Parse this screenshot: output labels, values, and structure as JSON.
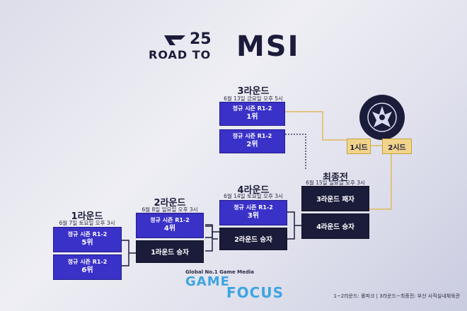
{
  "header": {
    "year": "25",
    "road_to": "ROAD TO",
    "event": "MSI"
  },
  "rounds": {
    "r1": {
      "title": "1라운드",
      "date": "6월 7일 토요일 오후 3시",
      "slots": [
        {
          "line1": "정규 시즌 R1-2",
          "line2": "5위"
        },
        {
          "line1": "정규 시즌 R1-2",
          "line2": "6위"
        }
      ]
    },
    "r2": {
      "title": "2라운드",
      "date": "6월 8일 일요일 오후 3시",
      "slots": [
        {
          "line1": "정규 시즌 R1-2",
          "line2": "4위"
        },
        {
          "line1": "1라운드 승자"
        }
      ]
    },
    "r3": {
      "title": "3라운드",
      "date": "6월 13일 금요일 오후 5시",
      "slots": [
        {
          "line1": "정규 시즌 R1-2",
          "line2": "1위"
        },
        {
          "line1": "정규 시즌 R1-2",
          "line2": "2위"
        }
      ]
    },
    "r4": {
      "title": "4라운드",
      "date": "6월 14일 토요일 오후 3시",
      "slots": [
        {
          "line1": "정규 시즌 R1-2",
          "line2": "3위"
        },
        {
          "line1": "2라운드 승자"
        }
      ]
    },
    "final": {
      "title": "최종전",
      "date": "6월 15일 일요일 오후 3시",
      "slots": [
        {
          "line1": "3라운드 패자"
        },
        {
          "line1": "4라운드 승자"
        }
      ]
    }
  },
  "seeds": {
    "first": "1시드",
    "second": "2시드"
  },
  "watermark": {
    "tagline": "Global No.1 Game Media",
    "game": "GAME",
    "focus": "FOCUS"
  },
  "footer": {
    "venue": "1~2라운드: 롤파크  |  3라운드~최종전: 부산 사직실내체육관"
  },
  "colors": {
    "blue_box": "#3a31c8",
    "dark_box": "#1b1c3a",
    "seed_box": "#f1d48a",
    "gold_line": "#e0b95a"
  },
  "icons": {
    "trophy": "msi-trophy-icon",
    "logo": "lck-logo-icon"
  }
}
